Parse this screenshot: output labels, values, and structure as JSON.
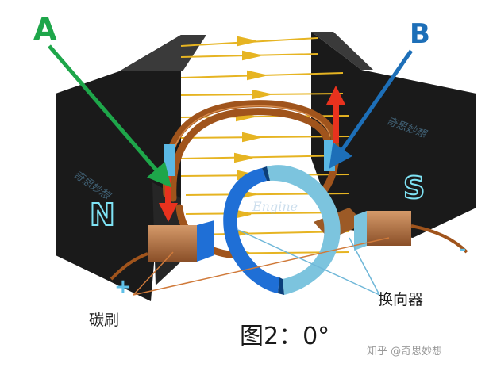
{
  "labels": {
    "point_a": "A",
    "point_b": "B",
    "north": "N",
    "south": "S",
    "plus": "+",
    "minus": "-",
    "commutator": "换向器",
    "brush": "碳刷",
    "caption": "图2：0°",
    "watermark_left": "奇思妙想",
    "watermark_right": "奇思妙想",
    "watermark_center": "Engine",
    "credit": "知乎 @奇思妙想"
  },
  "colors": {
    "arrow_a": "#1ea64a",
    "arrow_b": "#1d6fb8",
    "field_line": "#e6b422",
    "force_arrow": "#e8321e",
    "magnet": "#1b1b1b",
    "pole_glow": "#7fe3f5",
    "coil": "#a0541c",
    "commutator_dark": "#1f6fd6",
    "commutator_light": "#7cc4de",
    "brush": "#b87a4b",
    "plus_sign": "#5fc0e8"
  }
}
